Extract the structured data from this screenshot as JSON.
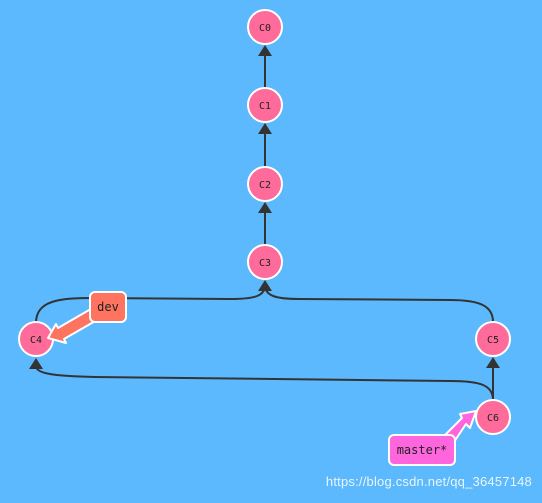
{
  "colors": {
    "background": "#5cb9fd",
    "commit_fill": "#ff6b9b",
    "commit_stroke": "#ffffff",
    "edge": "#333333",
    "branch_dev": "#ff7361",
    "branch_master": "#ff66dd"
  },
  "commits": [
    {
      "id": "C0",
      "parents": []
    },
    {
      "id": "C1",
      "parents": [
        "C0"
      ]
    },
    {
      "id": "C2",
      "parents": [
        "C1"
      ]
    },
    {
      "id": "C3",
      "parents": [
        "C2"
      ]
    },
    {
      "id": "C4",
      "parents": [
        "C3"
      ]
    },
    {
      "id": "C5",
      "parents": [
        "C3"
      ]
    },
    {
      "id": "C6",
      "parents": [
        "C5",
        "C4"
      ]
    }
  ],
  "branches": [
    {
      "name": "dev",
      "target": "C4"
    },
    {
      "name": "master*",
      "target": "C6"
    }
  ],
  "watermark": "https://blog.csdn.net/qq_36457148"
}
